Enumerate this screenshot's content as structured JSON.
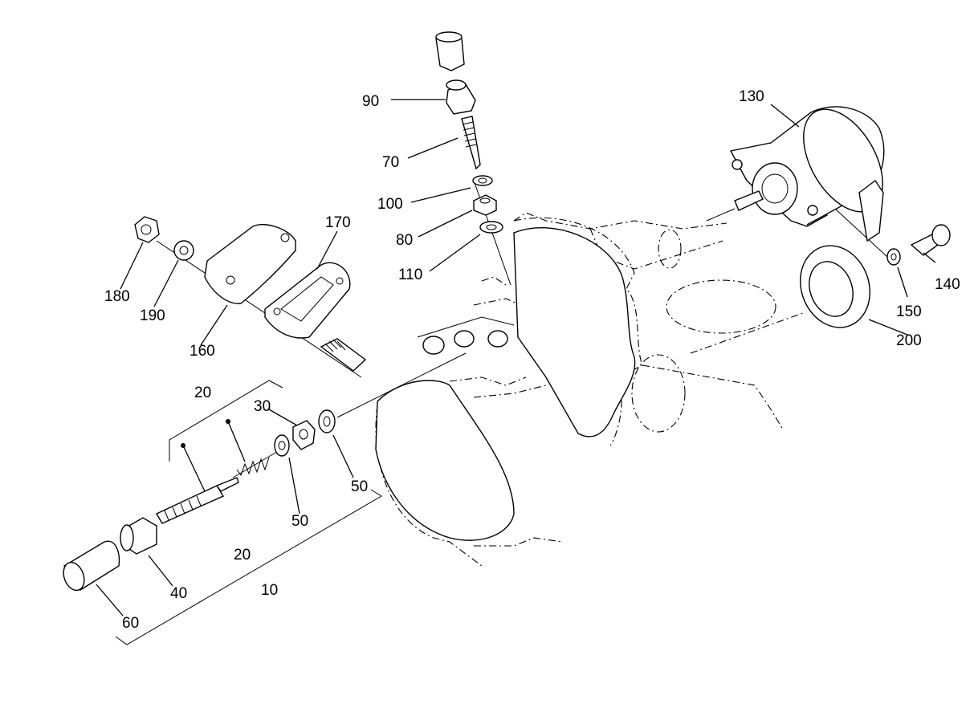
{
  "diagram": {
    "callouts": [
      {
        "id": "c90",
        "label": "90"
      },
      {
        "id": "c70",
        "label": "70"
      },
      {
        "id": "c100",
        "label": "100"
      },
      {
        "id": "c80",
        "label": "80"
      },
      {
        "id": "c110",
        "label": "110"
      },
      {
        "id": "c130",
        "label": "130"
      },
      {
        "id": "c140",
        "label": "140"
      },
      {
        "id": "c150",
        "label": "150"
      },
      {
        "id": "c200",
        "label": "200"
      },
      {
        "id": "c170",
        "label": "170"
      },
      {
        "id": "c180",
        "label": "180"
      },
      {
        "id": "c190",
        "label": "190"
      },
      {
        "id": "c160",
        "label": "160"
      },
      {
        "id": "c20a",
        "label": "20"
      },
      {
        "id": "c30",
        "label": "30"
      },
      {
        "id": "c50a",
        "label": "50"
      },
      {
        "id": "c50b",
        "label": "50"
      },
      {
        "id": "c20b",
        "label": "20"
      },
      {
        "id": "c10",
        "label": "10"
      },
      {
        "id": "c40",
        "label": "40"
      },
      {
        "id": "c60",
        "label": "60"
      }
    ]
  }
}
